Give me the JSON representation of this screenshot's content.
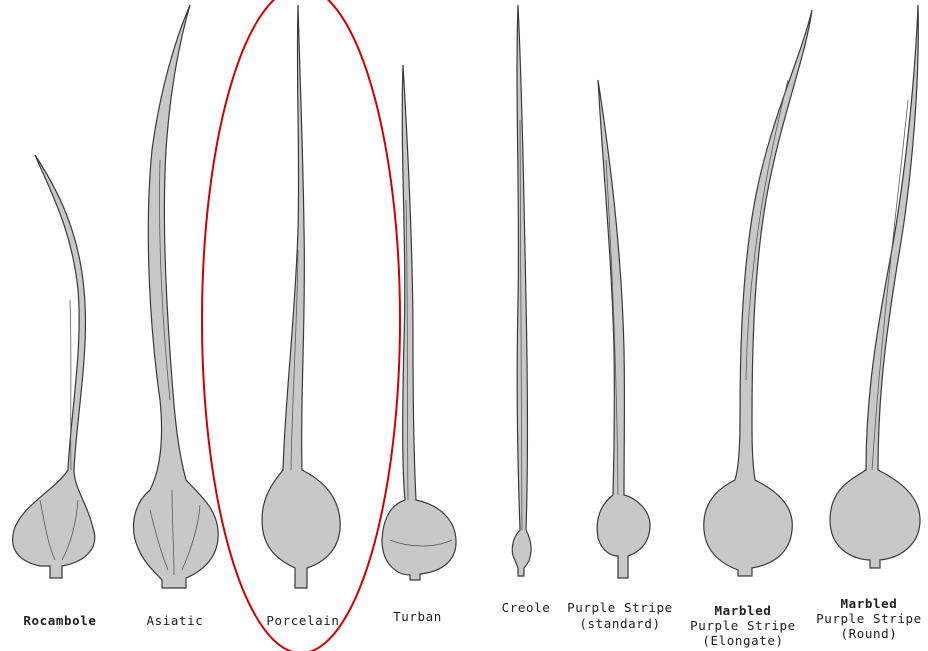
{
  "varieties": [
    {
      "name": "Rocambole"
    },
    {
      "name": "Asiatic"
    },
    {
      "name": "Porcelain",
      "highlighted": true
    },
    {
      "name": "Turban"
    },
    {
      "name": "Creole"
    },
    {
      "name": "Purple Stripe",
      "sub": "(standard)"
    },
    {
      "name": "Marbled",
      "sub": "Purple Stripe",
      "sub2": "(Elongate)"
    },
    {
      "name": "Marbled",
      "sub": "Purple Stripe",
      "sub2": "(Round)"
    }
  ],
  "colors": {
    "bulb_fill": "#c8c8c8",
    "outline": "#3a3a3a",
    "highlight_ellipse": "#d40000",
    "label_text": "#1e1e1e"
  }
}
